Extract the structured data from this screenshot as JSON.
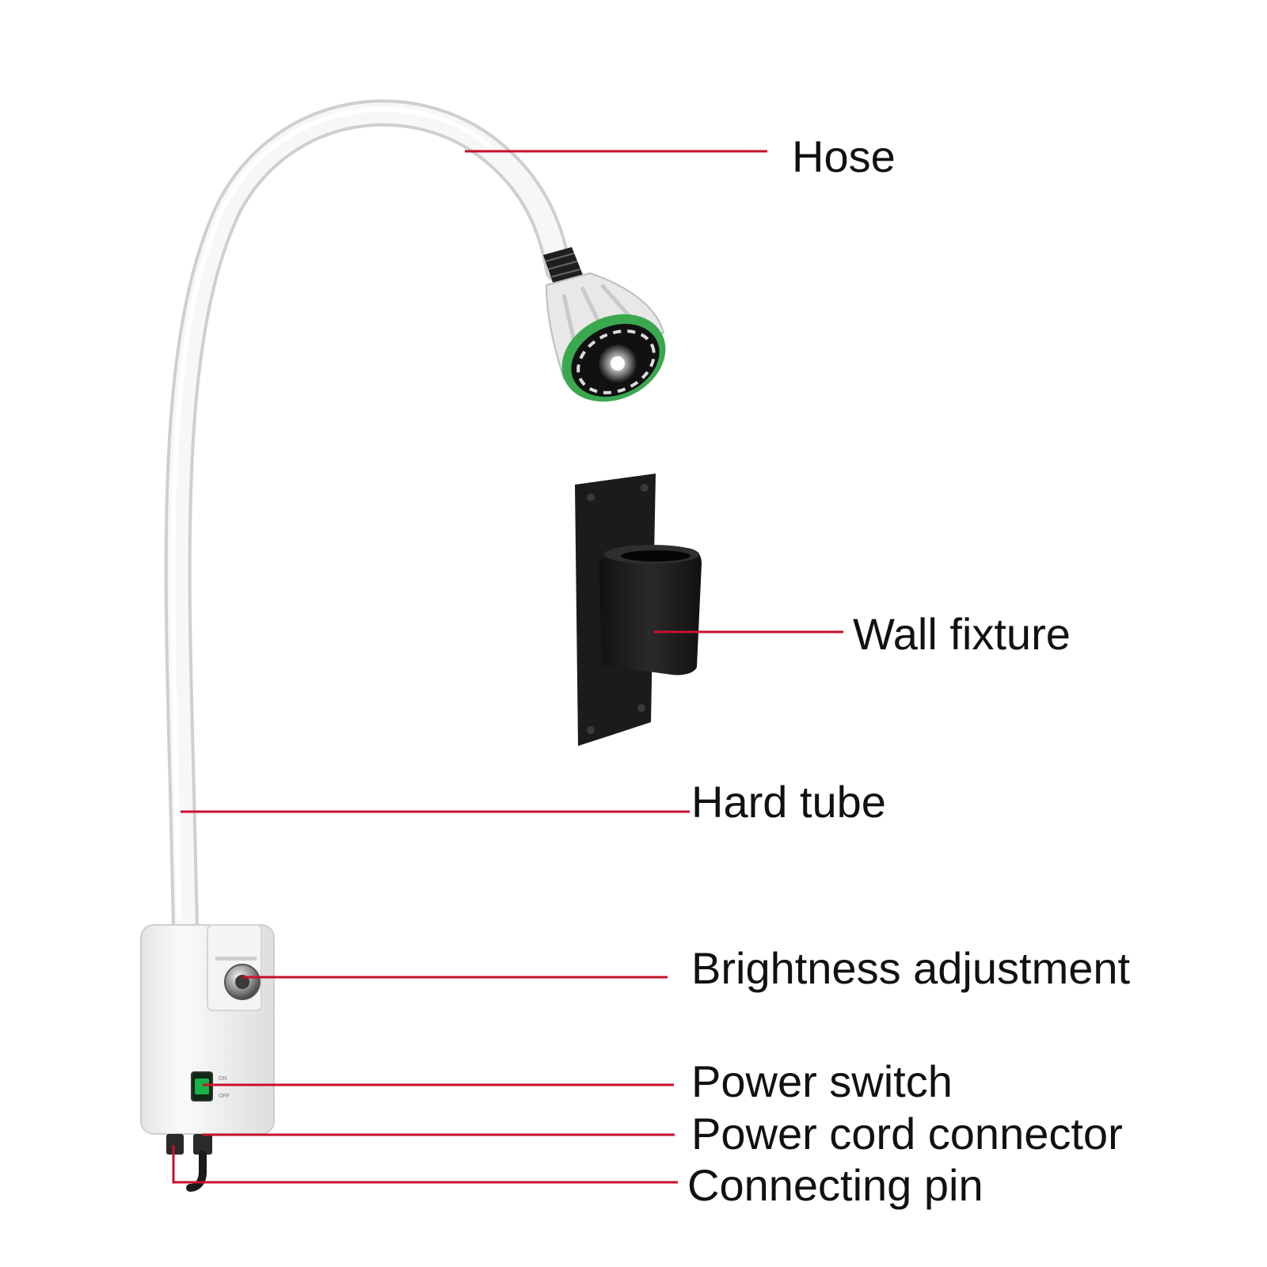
{
  "colors": {
    "leader_line": "#c8102e",
    "lamp_body": "#f2f2f2",
    "accent_ring": "#3aa84f",
    "fixture": "#1b1b1b",
    "switch_light": "#19b34a"
  },
  "labels": {
    "hose": "Hose",
    "wall_fixture": "Wall fixture",
    "hard_tube": "Hard tube",
    "brightness_adjustment": "Brightness adjustment",
    "power_switch": "Power switch",
    "power_cord_connector": "Power cord connector",
    "connecting_pin": "Connecting pin"
  },
  "device_markings": {
    "switch_on": "ON",
    "switch_off": "OFF"
  }
}
